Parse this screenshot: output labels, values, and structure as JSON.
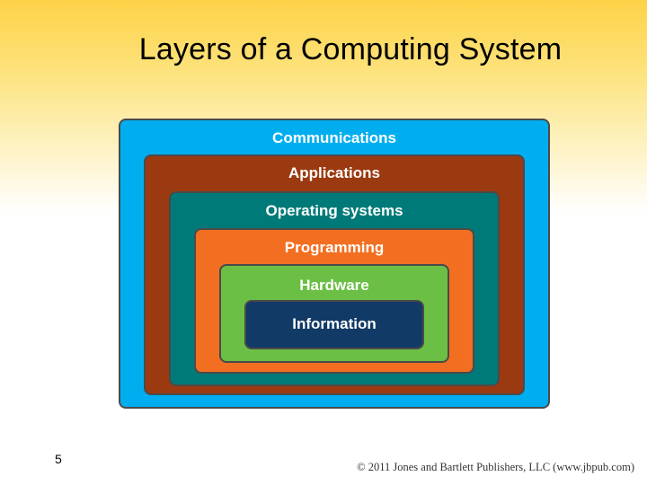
{
  "title": "Layers of a Computing System",
  "layers": [
    {
      "label": "Communications",
      "color": "#00aeef"
    },
    {
      "label": "Applications",
      "color": "#9b3a11"
    },
    {
      "label": "Operating systems",
      "color": "#007a78"
    },
    {
      "label": "Programming",
      "color": "#f26f21"
    },
    {
      "label": "Hardware",
      "color": "#6cbf45"
    },
    {
      "label": "Information",
      "color": "#123a66"
    }
  ],
  "slide_number": "5",
  "copyright": "© 2011 Jones and Bartlett Publishers, LLC (www.jbpub.com)"
}
